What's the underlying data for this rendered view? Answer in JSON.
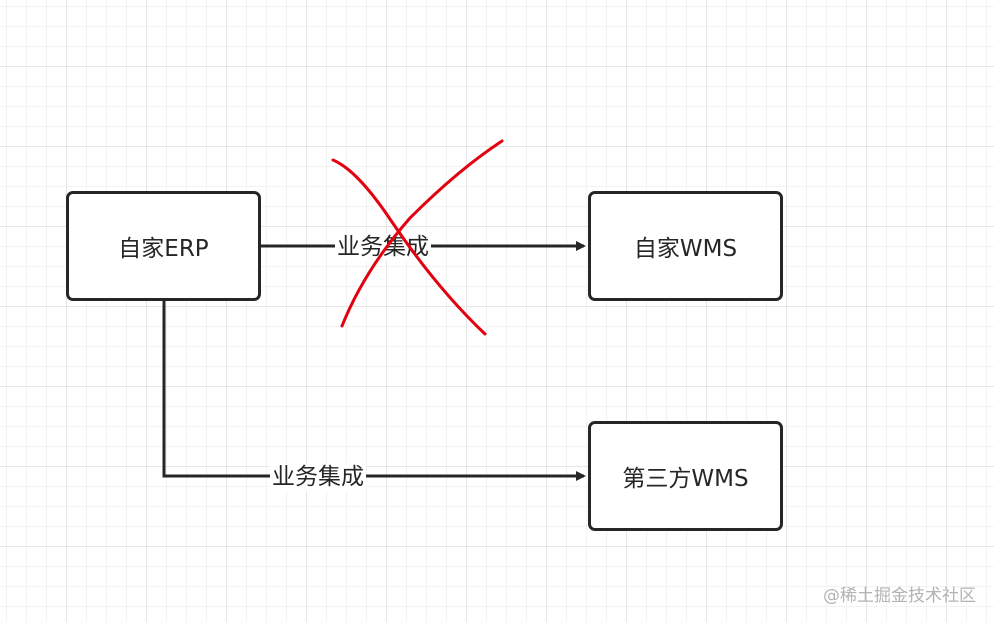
{
  "nodes": {
    "erp": "自家ERP",
    "own_wms": "自家WMS",
    "third_party_wms": "第三方WMS"
  },
  "edges": {
    "top_label": "业务集成",
    "bottom_label": "业务集成"
  },
  "watermark": "@稀土掘金技术社区",
  "colors": {
    "stroke": "#262626",
    "cross": "#e3000f",
    "grid": "#e6e6e6",
    "watermark": "#b3b3b3"
  }
}
